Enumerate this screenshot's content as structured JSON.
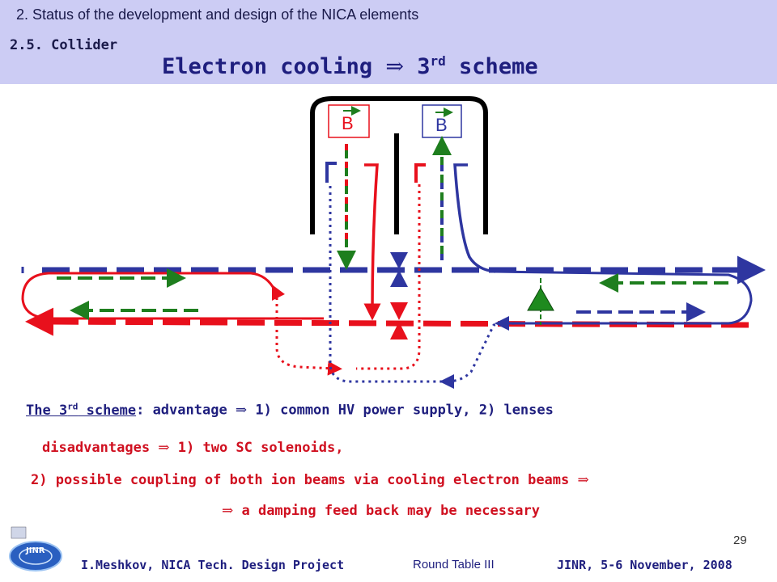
{
  "header": {
    "section": "2. Status of the development and design of the NICA elements",
    "subsection": "2.5. Collider",
    "title_main": "Electron cooling",
    "title_arrow": "⇒",
    "title_ordinal": "3",
    "title_sup": "rd",
    "title_tail": "scheme"
  },
  "diagram": {
    "field_label_left": "B",
    "field_label_right": "B",
    "colors": {
      "red": "#e8101c",
      "blue": "#2e36a0",
      "green": "#1e7e1e",
      "black": "#000000"
    }
  },
  "text": {
    "adv_the": "The 3",
    "adv_sup": "rd",
    "adv_scheme": " scheme",
    "adv_rest": ": advantage ",
    "adv_arrow": "⇒",
    "adv_tail": " 1) common HV power supply, 2) lenses",
    "dis1_head": "disadvantages ",
    "dis1_arrow": "⇒",
    "dis1_tail": " 1) two SC solenoids,",
    "dis2_text": "2) possible coupling of both ion beams via cooling electron beams ",
    "dis2_arrow": "⇒",
    "dis3_arrow": "⇒",
    "dis3_text": " a damping feed back may be necessary"
  },
  "footer": {
    "page_number": "29",
    "author": "I.Meshkov, NICA Tech. Design Project",
    "event": "Round Table III",
    "venue": "JINR, 5-6 November, 2008",
    "logo_text": "JINR"
  }
}
